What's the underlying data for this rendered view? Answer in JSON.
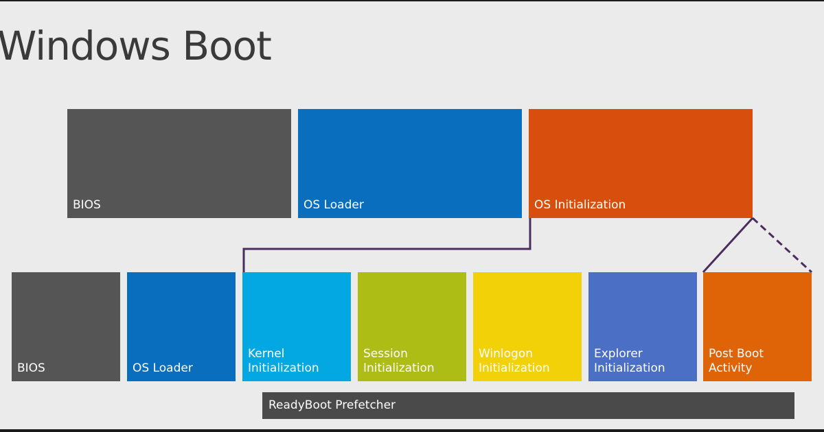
{
  "title": "Windows Boot",
  "top_row": [
    {
      "label": "BIOS",
      "color": "#555555"
    },
    {
      "label": "OS Loader",
      "color": "#0a6ebf"
    },
    {
      "label": "OS Initialization",
      "color": "#d84f0d"
    }
  ],
  "bottom_row": [
    {
      "label": "BIOS",
      "color": "#555555"
    },
    {
      "label": "OS Loader",
      "color": "#0a6ebf"
    },
    {
      "label": "Kernel\nInitialization",
      "color": "#03a8e3"
    },
    {
      "label": "Session\nInitialization",
      "color": "#aebc16"
    },
    {
      "label": "Winlogon\nInitialization",
      "color": "#f2d109"
    },
    {
      "label": "Explorer\nInitialization",
      "color": "#4a6fc4"
    },
    {
      "label": "Post Boot\nActivity",
      "color": "#df6408"
    }
  ],
  "prefetcher": {
    "label": "ReadyBoot Prefetcher",
    "color": "#4a4a4a"
  },
  "connector_color": "#4a2d5e"
}
